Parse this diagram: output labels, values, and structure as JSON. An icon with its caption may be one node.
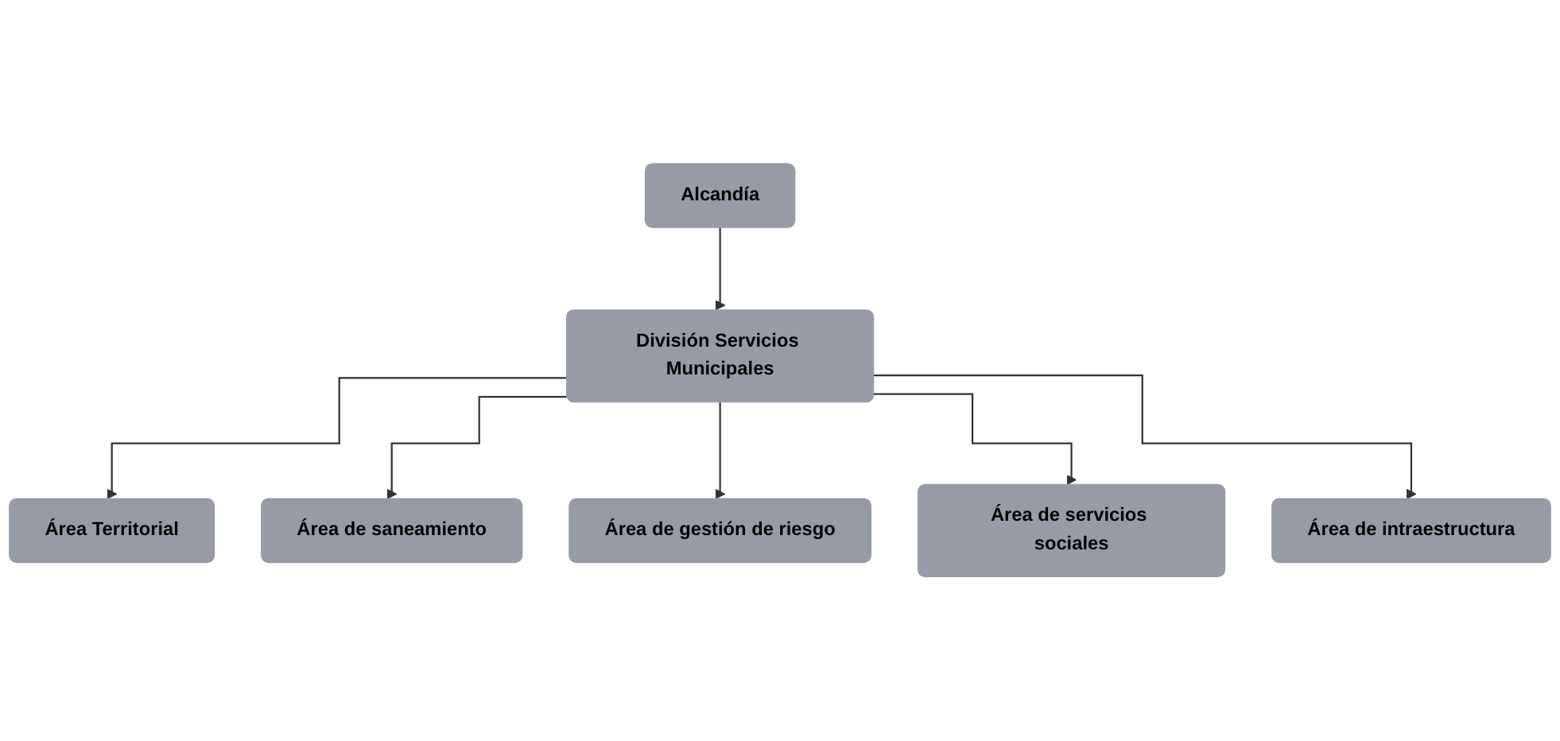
{
  "diagram": {
    "nodes": [
      {
        "text": [
          "Alcandía"
        ]
      },
      {
        "text": [
          "División Servicios Municipales"
        ]
      },
      {
        "text": [
          "Área Territorial"
        ]
      },
      {
        "text": [
          "Área de saneamiento"
        ]
      },
      {
        "text": [
          "Área de gestión de riesgo"
        ]
      },
      {
        "text": [
          "Área de servicios sociales"
        ]
      },
      {
        "text": [
          "Área de intraestructura"
        ]
      }
    ],
    "edges": [
      {
        "from": 0,
        "to": 1,
        "arrow": "to"
      },
      {
        "from": 1,
        "to": 2,
        "arrow": "to"
      },
      {
        "from": 1,
        "to": 3,
        "arrow": "to"
      },
      {
        "from": 1,
        "to": 4,
        "arrow": "to"
      },
      {
        "from": 1,
        "to": 5,
        "arrow": "to"
      },
      {
        "from": 1,
        "to": 6,
        "arrow": "to"
      }
    ]
  }
}
